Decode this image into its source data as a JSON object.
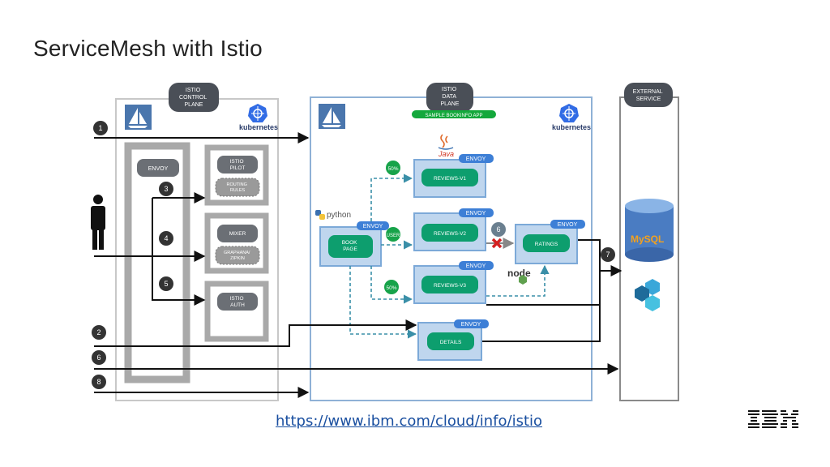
{
  "title": "ServiceMesh with Istio",
  "link": "https://www.ibm.com/cloud/info/istio",
  "brand": "IBM",
  "colors": {
    "accent_blue": "#6a9fcf",
    "green": "#0d9e6e",
    "badge": "#333333",
    "envoy_blue": "#3d7fd6",
    "grey": "#b5b5b5"
  },
  "control_plane": {
    "header": [
      "ISTIO",
      "CONTROL",
      "PLANE"
    ],
    "envoy": "ENVOY",
    "pilot": [
      "ISTIO",
      "PILOT"
    ],
    "routing_rules": [
      "ROUTING",
      "RULES"
    ],
    "mixer": "MIXER",
    "grafana": [
      "GRAPHANA/",
      "ZIPKIN"
    ],
    "auth": [
      "ISTIO",
      "AUTH"
    ],
    "kubernetes": "kubernetes"
  },
  "data_plane": {
    "header": [
      "ISTIO",
      "DATA",
      "PLANE"
    ],
    "app_banner": "SAMPLE BOOKINFO APP",
    "kubernetes": "kubernetes",
    "python": "python",
    "java": "Java",
    "node": "node",
    "envoy": "ENVOY",
    "book_page": [
      "BOOK",
      "PAGE"
    ],
    "reviews_v1": "REVIEWS-V1",
    "reviews_v2": "REVIEWS-V2",
    "reviews_v3": "REVIEWS-V3",
    "ratings": "RATINGS",
    "details": "DETAILS",
    "pct_v1": "50%",
    "pct_v3": "50%",
    "user_tag": "USER"
  },
  "external": {
    "header": [
      "EXTERNAL",
      "SERVICE"
    ],
    "mysql": "MySQL"
  },
  "badges": {
    "b1": "1",
    "b2": "2",
    "b3": "3",
    "b4": "4",
    "b5": "5",
    "b6": "6",
    "b6b": "6",
    "b7": "7",
    "b8": "8"
  }
}
